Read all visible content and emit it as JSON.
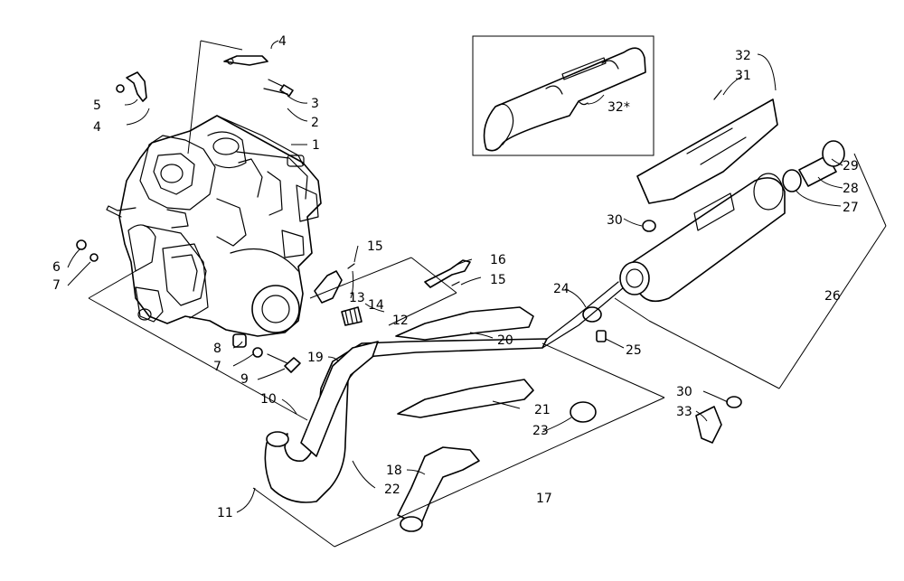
{
  "callouts": {
    "c1": "1",
    "c2": "2",
    "c3": "3",
    "c4a": "4",
    "c4b": "4",
    "c5": "5",
    "c6": "6",
    "c7a": "7",
    "c7b": "7",
    "c8": "8",
    "c9": "9",
    "c10": "10",
    "c11": "11",
    "c12": "12",
    "c13": "13",
    "c14": "14",
    "c15a": "15",
    "c15b": "15",
    "c16": "16",
    "c17": "17",
    "c18": "18",
    "c19": "19",
    "c20": "20",
    "c21": "21",
    "c22": "22",
    "c23": "23",
    "c24": "24",
    "c25": "25",
    "c26": "26",
    "c27": "27",
    "c28": "28",
    "c29": "29",
    "c30a": "30",
    "c30b": "30",
    "c31": "31",
    "c32a": "32",
    "c32b": "32*",
    "c33": "33"
  }
}
